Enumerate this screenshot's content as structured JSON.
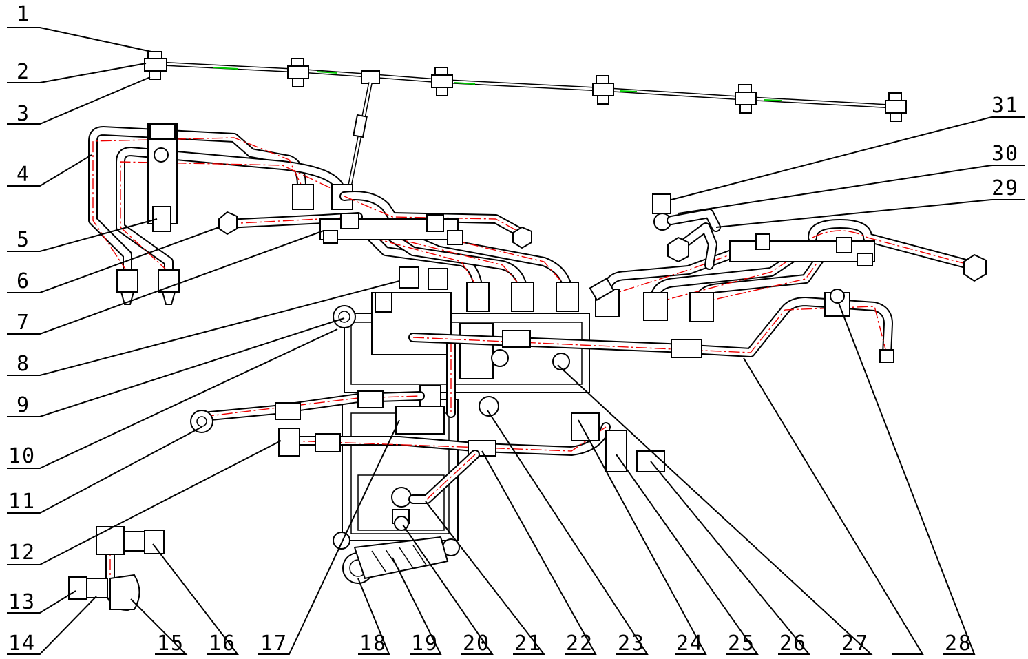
{
  "labels": {
    "left": [
      "1",
      "2",
      "3",
      "4",
      "5",
      "6",
      "7",
      "8",
      "9",
      "10",
      "11",
      "12",
      "13",
      "14"
    ],
    "bottom": [
      "15",
      "16",
      "17",
      "18",
      "19",
      "20",
      "21",
      "22",
      "23",
      "24",
      "25",
      "26",
      "27",
      "28"
    ],
    "right": [
      "29",
      "30",
      "31"
    ]
  }
}
